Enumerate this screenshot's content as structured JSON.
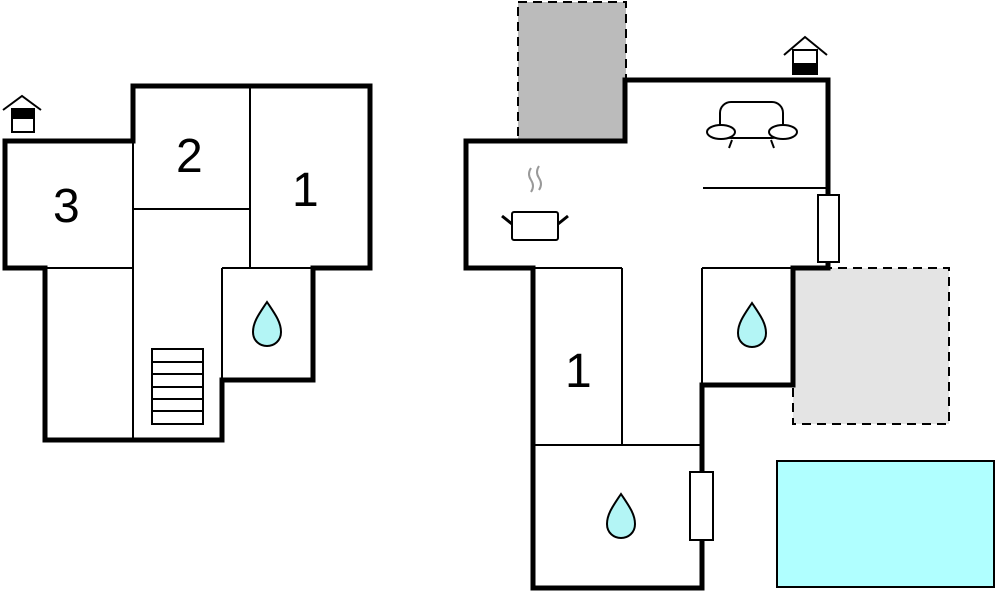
{
  "colors": {
    "wall": "#000000",
    "water": "#b3f5f5",
    "pool": "#b0ffff",
    "terrace_dark": "#bbbbbb",
    "terrace_light": "#e4e4e4",
    "steam": "#999999"
  },
  "upper_floor": {
    "room_labels": [
      "3",
      "2",
      "1"
    ]
  },
  "ground_floor": {
    "room_labels": [
      "1"
    ]
  }
}
